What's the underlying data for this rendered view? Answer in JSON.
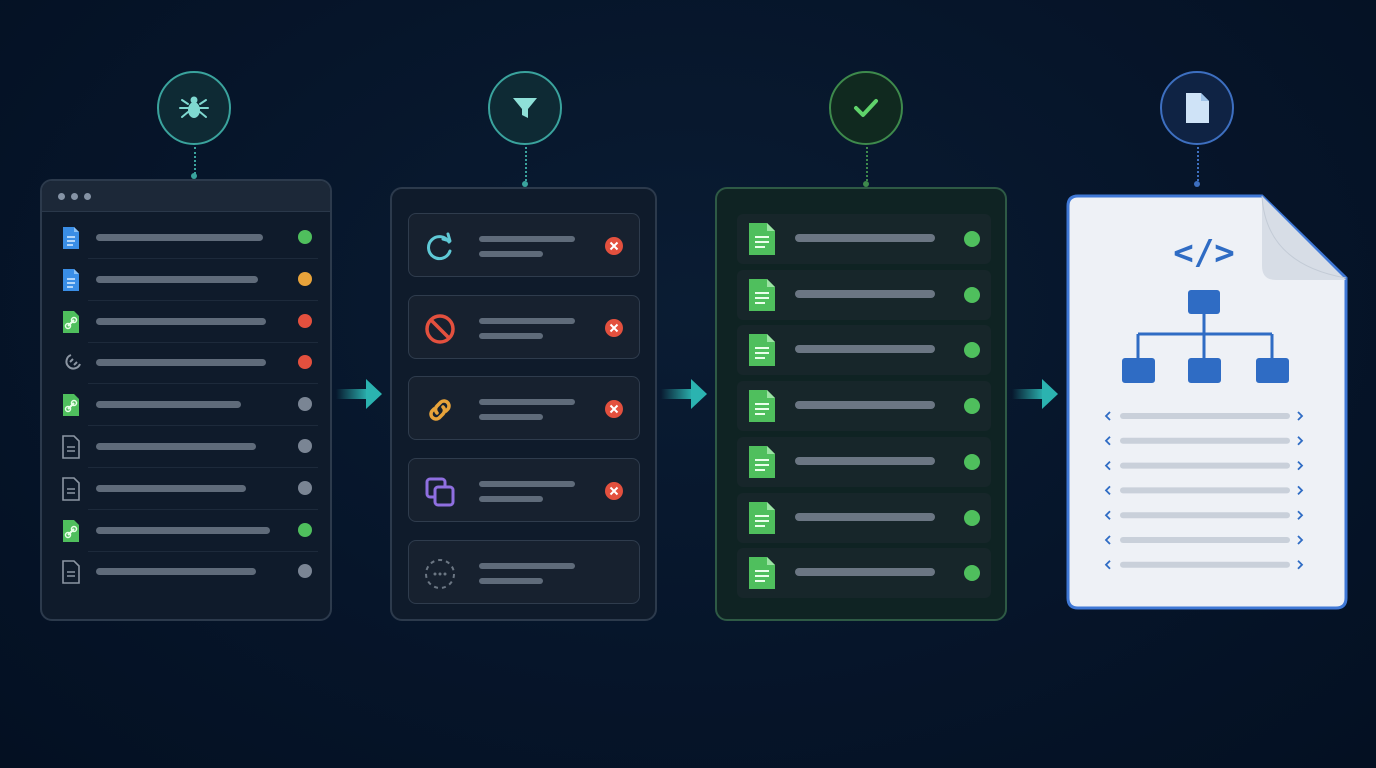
{
  "stages": [
    {
      "id": "crawl",
      "icon": "spider-icon",
      "color": "#3fb8b0"
    },
    {
      "id": "filter",
      "icon": "funnel-icon",
      "color": "#3fb8b0"
    },
    {
      "id": "validate",
      "icon": "checkmark-icon",
      "color": "#4fbf5d"
    },
    {
      "id": "sitemap",
      "icon": "document-icon",
      "color": "#4d7fd1"
    }
  ],
  "crawl_list": {
    "rows": [
      {
        "icon": "document-icon",
        "status": "success"
      },
      {
        "icon": "document-icon",
        "status": "warning"
      },
      {
        "icon": "link-icon",
        "status": "error"
      },
      {
        "icon": "broken-link-icon",
        "status": "error"
      },
      {
        "icon": "link-icon",
        "status": "neutral"
      },
      {
        "icon": "document-outline-icon",
        "status": "neutral"
      },
      {
        "icon": "document-outline-icon",
        "status": "neutral"
      },
      {
        "icon": "link-icon",
        "status": "success"
      },
      {
        "icon": "document-outline-icon",
        "status": "neutral"
      }
    ]
  },
  "filter_list": {
    "cards": [
      {
        "icon": "redirect-icon",
        "rejected": true
      },
      {
        "icon": "blocked-icon",
        "rejected": true
      },
      {
        "icon": "chain-link-icon",
        "rejected": true
      },
      {
        "icon": "duplicate-icon",
        "rejected": true
      },
      {
        "icon": "pending-icon",
        "rejected": false
      }
    ]
  },
  "valid_list": {
    "row_count": 7,
    "icon": "document-icon",
    "status": "success"
  },
  "sitemap": {
    "code_glyph": "</>",
    "tree_icon": "sitemap-tree-icon",
    "entry_count": 7
  },
  "colors": {
    "teal": "#3fb8b0",
    "green": "#4fbf5d",
    "orange": "#e8a33a",
    "red": "#e3503e",
    "gray": "#6b7683",
    "blue": "#2f6cc4"
  }
}
